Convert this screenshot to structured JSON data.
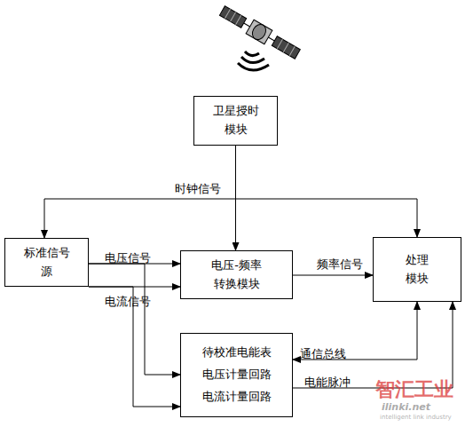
{
  "diagram": {
    "nodes": [
      {
        "text": [
          "卫星授时 模块"
        ]
      },
      {
        "text": [
          "标准信号 源"
        ]
      },
      {
        "text": [
          "电压-频率 转换模块"
        ]
      },
      {
        "text": [
          "处理 模块"
        ]
      },
      {
        "text": [
          "待校准电能表",
          "电压计量回路",
          "电流计量回路"
        ]
      }
    ],
    "edges": [
      {
        "from": 0,
        "to": 1,
        "arrow": "to",
        "label": "时钟信号"
      },
      {
        "from": 0,
        "to": 2,
        "arrow": "to"
      },
      {
        "from": 0,
        "to": 3,
        "arrow": "to"
      },
      {
        "from": 1,
        "to": 2,
        "arrow": "to",
        "label": "电压信号"
      },
      {
        "from": 1,
        "to": 2,
        "arrow": "to",
        "label": "电流信号"
      },
      {
        "from": 1,
        "to": 4,
        "arrow": "to"
      },
      {
        "from": 1,
        "to": 4,
        "arrow": "to"
      },
      {
        "from": 2,
        "to": 3,
        "arrow": "to",
        "label": "频率信号"
      },
      {
        "from": 4,
        "to": 3,
        "arrow": "both",
        "label": "通信总线"
      },
      {
        "from": 4,
        "to": 3,
        "arrow": "to",
        "label": "电能脉冲"
      }
    ],
    "labels": [
      "智汇工业",
      "ilinki.net",
      "intelligent link industry"
    ]
  }
}
